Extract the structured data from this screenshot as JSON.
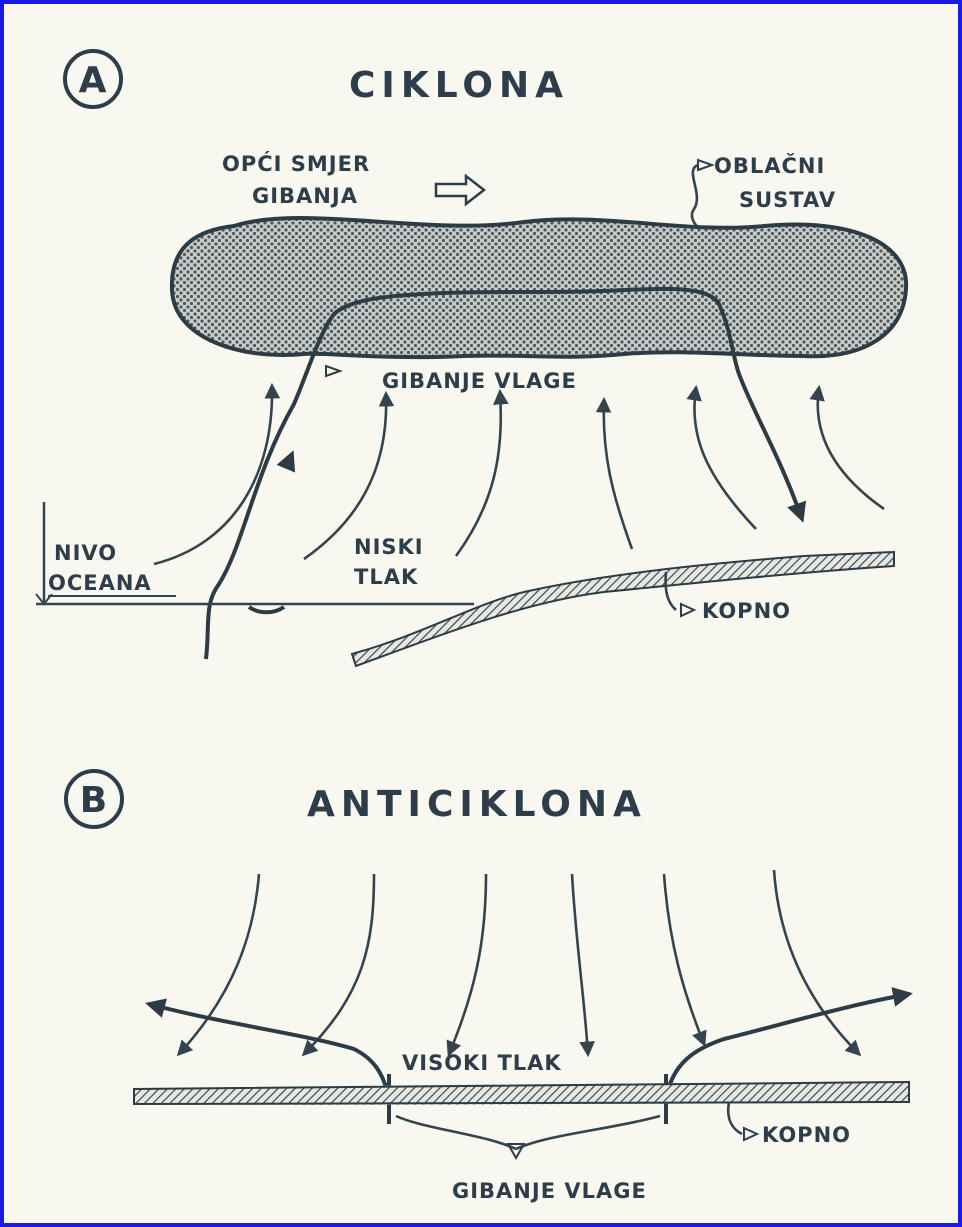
{
  "panel_a": {
    "marker": "A",
    "title": "CIKLONA",
    "labels": {
      "direction_line1": "OPĆI SMJER",
      "direction_line2": "GIBANJA",
      "cloud_line1": "OBLAČNI",
      "cloud_line2": "SUSTAV",
      "moisture": "GIBANJE VLAGE",
      "ocean_line1": "NIVO",
      "ocean_line2": "OCEANA",
      "pressure_line1": "NISKI",
      "pressure_line2": "TLAK",
      "land": "KOPNO"
    }
  },
  "panel_b": {
    "marker": "B",
    "title": "ANTICIKLONA",
    "labels": {
      "pressure": "VISOKI TLAK",
      "land": "KOPNO",
      "moisture": "GIBANJE VLAGE"
    }
  },
  "colors": {
    "border": "#1a1ae6",
    "background": "#f8f8f0",
    "ink": "#2d3d4a"
  }
}
